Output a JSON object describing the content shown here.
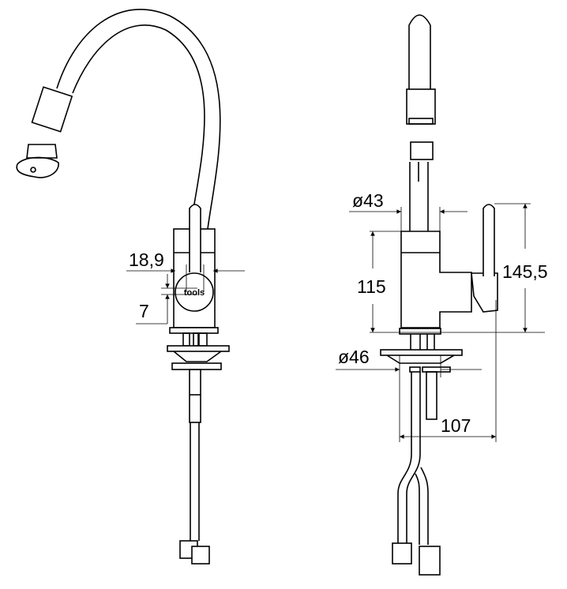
{
  "drawing": {
    "logo_text": "tools",
    "side_view": {
      "dimensions": {
        "lever_width": "18,9",
        "logo_offset": "7"
      }
    },
    "front_view": {
      "dimensions": {
        "spout_diameter": "ø43",
        "body_height": "115",
        "total_height": "145,5",
        "base_diameter": "ø46",
        "reach": "107"
      }
    }
  }
}
